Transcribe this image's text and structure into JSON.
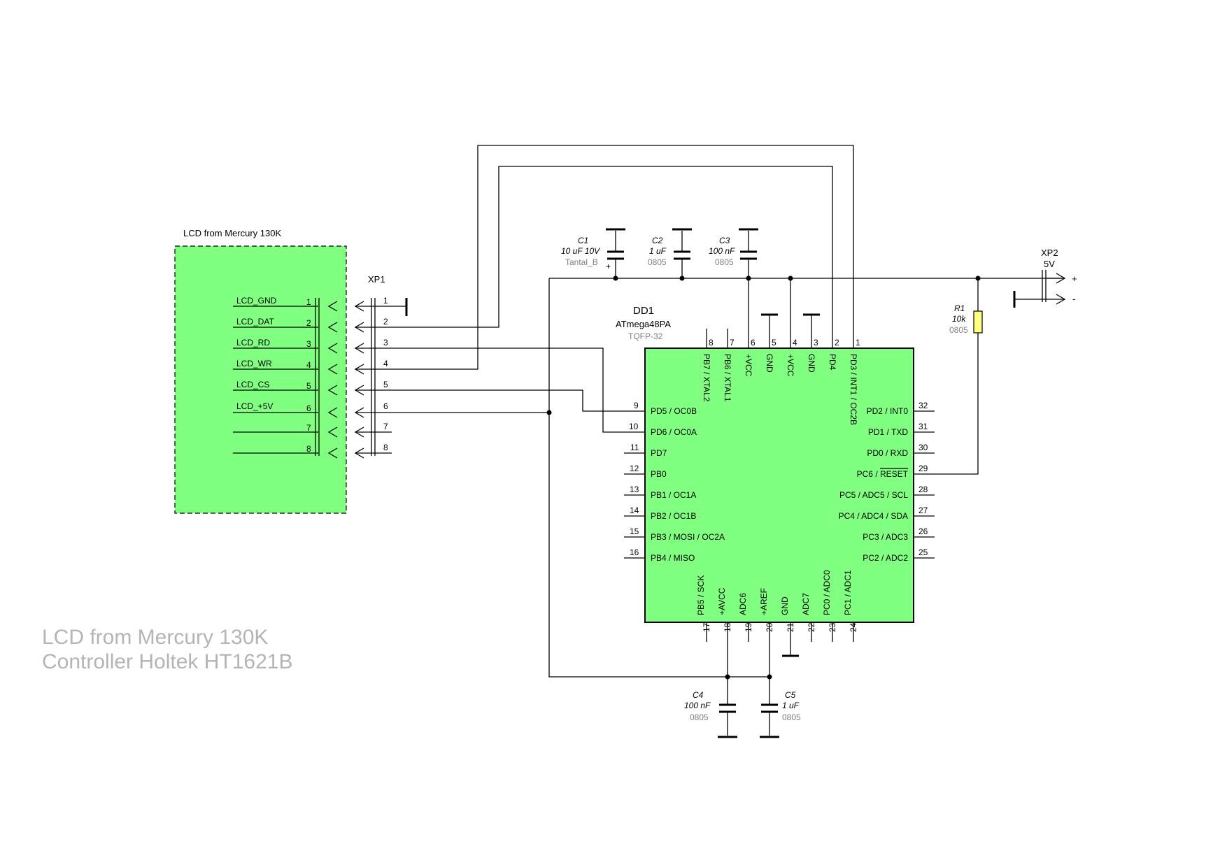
{
  "lcd": {
    "title": "LCD from Mercury 130K",
    "signals": [
      "LCD_GND",
      "LCD_DAT",
      "LCD_RD",
      "LCD_WR",
      "LCD_CS",
      "LCD_+5V",
      "",
      ""
    ],
    "pins": [
      "1",
      "2",
      "3",
      "4",
      "5",
      "6",
      "7",
      "8"
    ]
  },
  "xp1": {
    "ref": "XP1",
    "pins": [
      "1",
      "2",
      "3",
      "4",
      "5",
      "6",
      "7",
      "8"
    ]
  },
  "xp2": {
    "ref": "XP2",
    "value": "5V",
    "plus": "+",
    "minus": "-"
  },
  "dd1": {
    "ref": "DD1",
    "part": "ATmega48PA",
    "package": "TQFP-32",
    "top_pins": [
      {
        "num": "8",
        "name": "PB7 / XTAL2"
      },
      {
        "num": "7",
        "name": "PB6 / XTAL1"
      },
      {
        "num": "6",
        "name": "+VCC"
      },
      {
        "num": "5",
        "name": "GND"
      },
      {
        "num": "4",
        "name": "+VCC"
      },
      {
        "num": "3",
        "name": "GND"
      },
      {
        "num": "2",
        "name": "PD4"
      },
      {
        "num": "1",
        "name": "PD3 / INT1 / OC2B"
      }
    ],
    "left_pins": [
      {
        "num": "9",
        "name": "PD5 / OC0B"
      },
      {
        "num": "10",
        "name": "PD6 / OC0A"
      },
      {
        "num": "11",
        "name": "PD7"
      },
      {
        "num": "12",
        "name": "PB0"
      },
      {
        "num": "13",
        "name": "PB1 / OC1A"
      },
      {
        "num": "14",
        "name": "PB2 / OC1B"
      },
      {
        "num": "15",
        "name": "PB3 / MOSI / OC2A"
      },
      {
        "num": "16",
        "name": "PB4 / MISO"
      }
    ],
    "right_pins": [
      {
        "num": "32",
        "name": "PD2 / INT0"
      },
      {
        "num": "31",
        "name": "PD1 / TXD"
      },
      {
        "num": "30",
        "name": "PD0 / RXD"
      },
      {
        "num": "29",
        "name": "PC6 / RESET"
      },
      {
        "num": "28",
        "name": "PC5 / ADC5 / SCL"
      },
      {
        "num": "27",
        "name": "PC4 / ADC4 / SDA"
      },
      {
        "num": "26",
        "name": "PC3 / ADC3"
      },
      {
        "num": "25",
        "name": "PC2 / ADC2"
      }
    ],
    "bottom_pins": [
      {
        "num": "17",
        "name": "PB5 / SCK"
      },
      {
        "num": "18",
        "name": "+AVCC"
      },
      {
        "num": "19",
        "name": "ADC6"
      },
      {
        "num": "20",
        "name": "+AREF"
      },
      {
        "num": "21",
        "name": "GND"
      },
      {
        "num": "22",
        "name": "ADC7"
      },
      {
        "num": "23",
        "name": "PC0 / ADC0"
      },
      {
        "num": "24",
        "name": "PC1 / ADC1"
      }
    ]
  },
  "capacitors": [
    {
      "ref": "C1",
      "value": "10 uF 10V",
      "package": "Tantal_B",
      "polarity": "+"
    },
    {
      "ref": "C2",
      "value": "1 uF",
      "package": "0805"
    },
    {
      "ref": "C3",
      "value": "100 nF",
      "package": "0805"
    },
    {
      "ref": "C4",
      "value": "100 nF",
      "package": "0805"
    },
    {
      "ref": "C5",
      "value": "1 uF",
      "package": "0805"
    }
  ],
  "r1": {
    "ref": "R1",
    "value": "10k",
    "package": "0805"
  },
  "caption": {
    "line1": "LCD from Mercury 130K",
    "line2": "Controller Holtek HT1621B"
  },
  "colors": {
    "component_fill": "#80ff80",
    "caption": "#b4b4b4",
    "subtext": "#808080"
  }
}
